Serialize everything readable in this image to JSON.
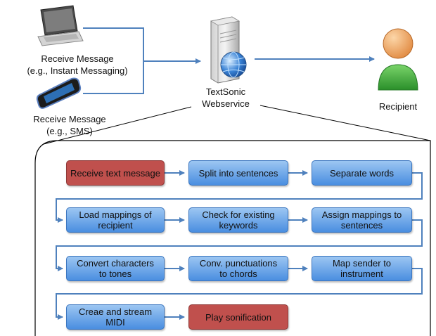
{
  "sources": {
    "laptop": {
      "label": "Receive Message\n(e.g., Instant Messaging)",
      "icon": "laptop-icon"
    },
    "phone": {
      "label": "Receive Message\n(e.g., SMS)",
      "icon": "phone-icon"
    }
  },
  "server": {
    "label": "TextSonic\nWebservice",
    "icon": "server-globe-icon"
  },
  "recipient": {
    "label": "Recipient",
    "icon": "person-icon"
  },
  "steps": [
    {
      "label": "Receive text message",
      "kind": "red"
    },
    {
      "label": "Split into sentences",
      "kind": "blue"
    },
    {
      "label": "Separate words",
      "kind": "blue"
    },
    {
      "label": "Load mappings of\nrecipient",
      "kind": "blue"
    },
    {
      "label": "Check for existing\nkeywords",
      "kind": "blue"
    },
    {
      "label": "Assign mappings to\nsentences",
      "kind": "blue"
    },
    {
      "label": "Convert characters\nto tones",
      "kind": "blue"
    },
    {
      "label": "Conv. punctuations\nto chords",
      "kind": "blue"
    },
    {
      "label": "Map sender to\ninstrument",
      "kind": "blue"
    },
    {
      "label": "Creae and stream\nMIDI",
      "kind": "blue"
    },
    {
      "label": "Play sonification",
      "kind": "red"
    }
  ],
  "colors": {
    "arrow": "#4f81bd",
    "blue_step": "#4a8ee0",
    "red_step": "#c0504d",
    "recipient_body": "#3aa63a",
    "recipient_head": "#f0a860"
  }
}
